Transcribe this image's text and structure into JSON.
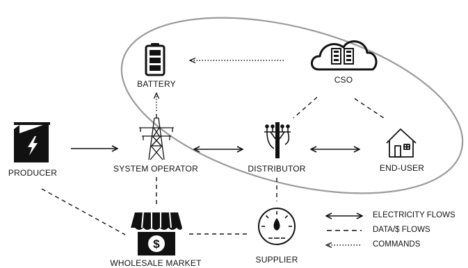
{
  "nodes": {
    "battery": "BATTERY",
    "cso": "CSO",
    "producer": "PRODUCER",
    "system_operator": "SYSTEM OPERATOR",
    "distributor": "DISTRIBUTOR",
    "end_user": "END-USER",
    "wholesale_market": "WHOLESALE MARKET",
    "supplier": "SUPPLIER"
  },
  "legend": {
    "electricity": "ELECTRICITY FLOWS",
    "data": "DATA/$ FLOWS",
    "commands": "COMMANDS"
  },
  "icons": {
    "battery": "battery-icon",
    "cso": "cloud-storage-icon",
    "producer": "factory-icon",
    "system_operator": "transmission-tower-icon",
    "distributor": "utility-pole-icon",
    "end_user": "house-icon",
    "wholesale_market": "storefront-dollar-icon",
    "supplier": "meter-icon"
  }
}
